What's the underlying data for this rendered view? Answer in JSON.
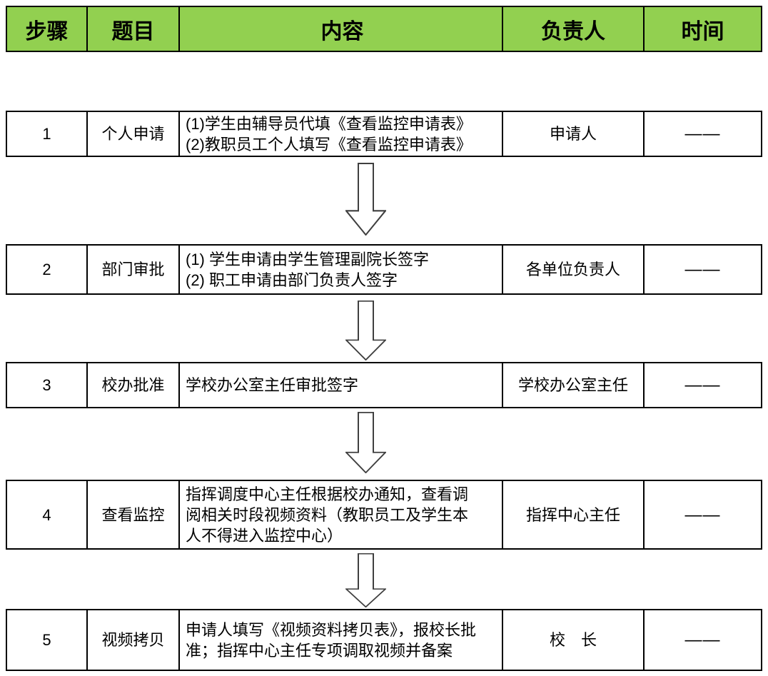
{
  "colors": {
    "header_bg": "#92D050",
    "border": "#000000",
    "arrow_stroke": "#3F3F3F"
  },
  "header": {
    "columns": {
      "step": "步骤",
      "title": "题目",
      "content": "内容",
      "owner": "负责人",
      "time": "时间"
    }
  },
  "rows": [
    {
      "step": "1",
      "title": "个人申请",
      "content": "(1)学生由辅导员代填《查看监控申请表》\n(2)教职员工个人填写《查看监控申请表》",
      "owner": "申请人",
      "time": "——"
    },
    {
      "step": "2",
      "title": "部门审批",
      "content": "(1) 学生申请由学生管理副院长签字\n(2) 职工申请由部门负责人签字",
      "owner": "各单位负责人",
      "time": "——"
    },
    {
      "step": "3",
      "title": "校办批准",
      "content": "学校办公室主任审批签字",
      "owner": "学校办公室主任",
      "time": "——"
    },
    {
      "step": "4",
      "title": "查看监控",
      "content": "指挥调度中心主任根据校办通知，查看调\n阅相关时段视频资料（教职员工及学生本\n人不得进入监控中心）",
      "owner": "指挥中心主任",
      "time": "——"
    },
    {
      "step": "5",
      "title": "视频拷贝",
      "content": "申请人填写《视频资料拷贝表》，报校长批\n准；指挥中心主任专项调取视频并备案",
      "owner": "校　长",
      "time": "——"
    }
  ],
  "arrows": {
    "glyph": "hollow-down-block-arrow",
    "count": 4
  }
}
